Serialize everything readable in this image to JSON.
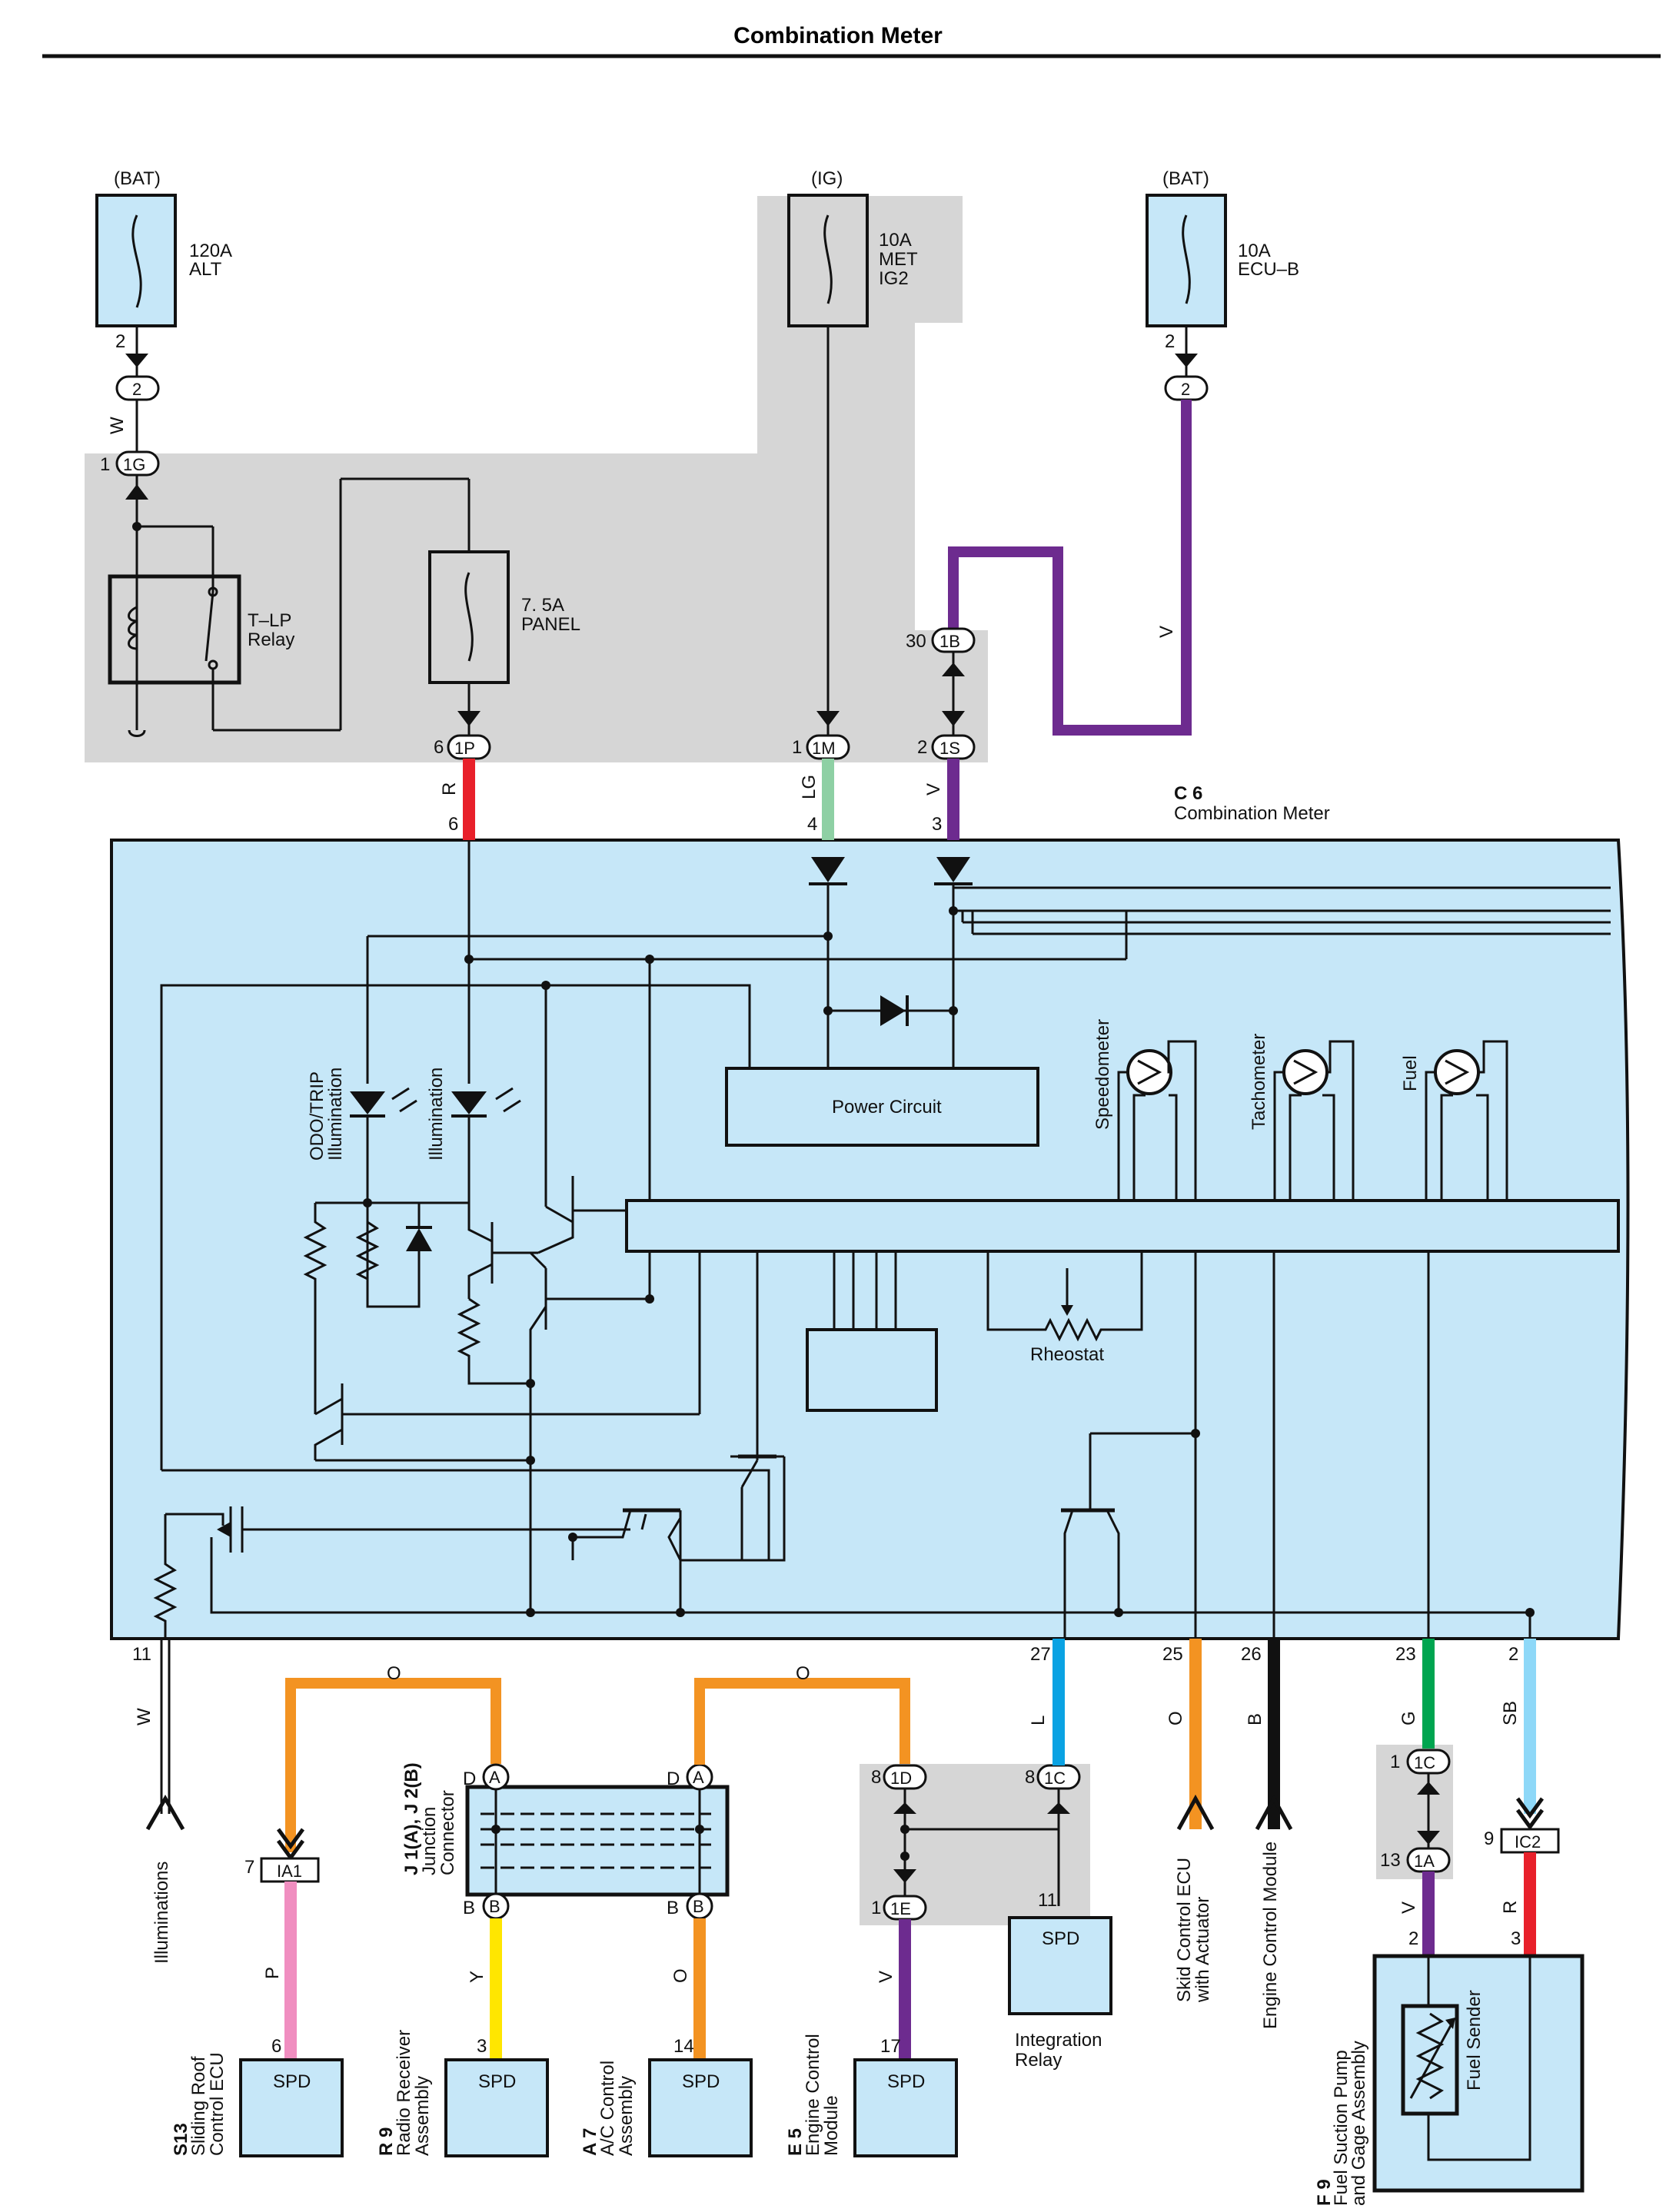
{
  "title": "Combination Meter",
  "fuses": [
    {
      "source": "(BAT)",
      "rating": "120A",
      "name": "ALT",
      "pin": "2",
      "connector": "2"
    },
    {
      "source": "(IG)",
      "rating": "10A",
      "name": "MET",
      "name2": "IG2"
    },
    {
      "source": "(BAT)",
      "rating": "10A",
      "name": "ECU–B",
      "pin": "2",
      "connector": "2"
    }
  ],
  "junction_top": {
    "c1G": "1G",
    "pin_1G": "1",
    "relay_label": "T–LP",
    "relay_label2": "Relay",
    "panel_fuse_rating": "7. 5A",
    "panel_fuse_name": "PANEL",
    "c1P": "1P",
    "pin_1P": "6",
    "c1M": "1M",
    "pin_1M": "1",
    "c1B": "1B",
    "pin_1B": "30",
    "c1S": "1S",
    "pin_1S": "2"
  },
  "wire_colors": {
    "w": "W",
    "r": "R",
    "lg": "LG",
    "v_1s": "V",
    "v_side": "V"
  },
  "meter": {
    "id": "C 6",
    "name": "Combination Meter",
    "pins_top": {
      "r": "6",
      "lg": "4",
      "v": "3"
    },
    "labels": {
      "odo": "ODO/TRIP",
      "odo2": "Illumination",
      "illum": "Illumination",
      "power": "Power Circuit",
      "speedo": "Speedometer",
      "tacho": "Tachometer",
      "fuel": "Fuel",
      "rheostat": "Rheostat"
    },
    "pins_bottom": {
      "p11": "11",
      "p27": "27",
      "p25": "25",
      "p26": "26",
      "p23": "23",
      "p2": "2"
    }
  },
  "bottom_wires": {
    "w": "W",
    "o1": "O",
    "o2": "O",
    "l": "L",
    "o3": "O",
    "b": "B",
    "g": "G",
    "sb": "SB",
    "p": "P",
    "y": "Y",
    "o4": "O",
    "v1": "V",
    "v2": "V",
    "r": "R"
  },
  "junction_connector": {
    "id": "J 1(A), J 2(B)",
    "name": "Junction",
    "name2": "Connector",
    "d": "D",
    "a": "A",
    "b": "B",
    "d2": "D",
    "a2": "A",
    "b2": "B"
  },
  "junction_bottom": {
    "c1D": "1D",
    "pin_1D": "8",
    "c1C": "1C",
    "pin_1C": "8",
    "c1E": "1E",
    "pin_1E": "1",
    "pin_11": "11"
  },
  "connectors": {
    "ia1": "IA1",
    "pin_ia1": "7",
    "c1C_right": "1C",
    "pin_1C_right": "1",
    "c1A": "1A",
    "pin_1A": "13",
    "ic2": "IC2",
    "pin_ic2": "9"
  },
  "components": [
    {
      "id": "S13",
      "name": "Sliding Roof",
      "name2": "Control ECU",
      "pin": "6",
      "label": "SPD"
    },
    {
      "id": "R 9",
      "name": "Radio Receiver",
      "name2": "Assembly",
      "pin": "3",
      "label": "SPD"
    },
    {
      "id": "A 7",
      "name": "A/C Control",
      "name2": "Assembly",
      "pin": "14",
      "label": "SPD"
    },
    {
      "id": "E 5",
      "name": "Engine Control",
      "name2": "Module",
      "pin": "17",
      "label": "SPD"
    }
  ],
  "integration_relay": {
    "label": "SPD",
    "name": "Integration",
    "name2": "Relay"
  },
  "destinations": {
    "illum": "Illuminations",
    "skid": "Skid Control ECU",
    "skid2": "with Actuator",
    "ecm": "Engine Control Module"
  },
  "fuel_assy": {
    "id": "F 9",
    "name": "Fuel Suction Pump",
    "name2": "and Gage Assembly",
    "sender": "Fuel Sender",
    "pin_l": "2",
    "pin_r": "3"
  },
  "colors": {
    "red": "#e8202a",
    "green_light": "#8ed0a4",
    "purple": "#6d2b8f",
    "orange": "#f39322",
    "blue": "#0aa2e3",
    "black": "#111111",
    "green": "#00a550",
    "skyblue": "#8ed8f8",
    "pink": "#f08ec0",
    "yellow": "#ffe600",
    "component_fill": "#c6e7f8",
    "junction_gray": "#d6d6d6"
  }
}
